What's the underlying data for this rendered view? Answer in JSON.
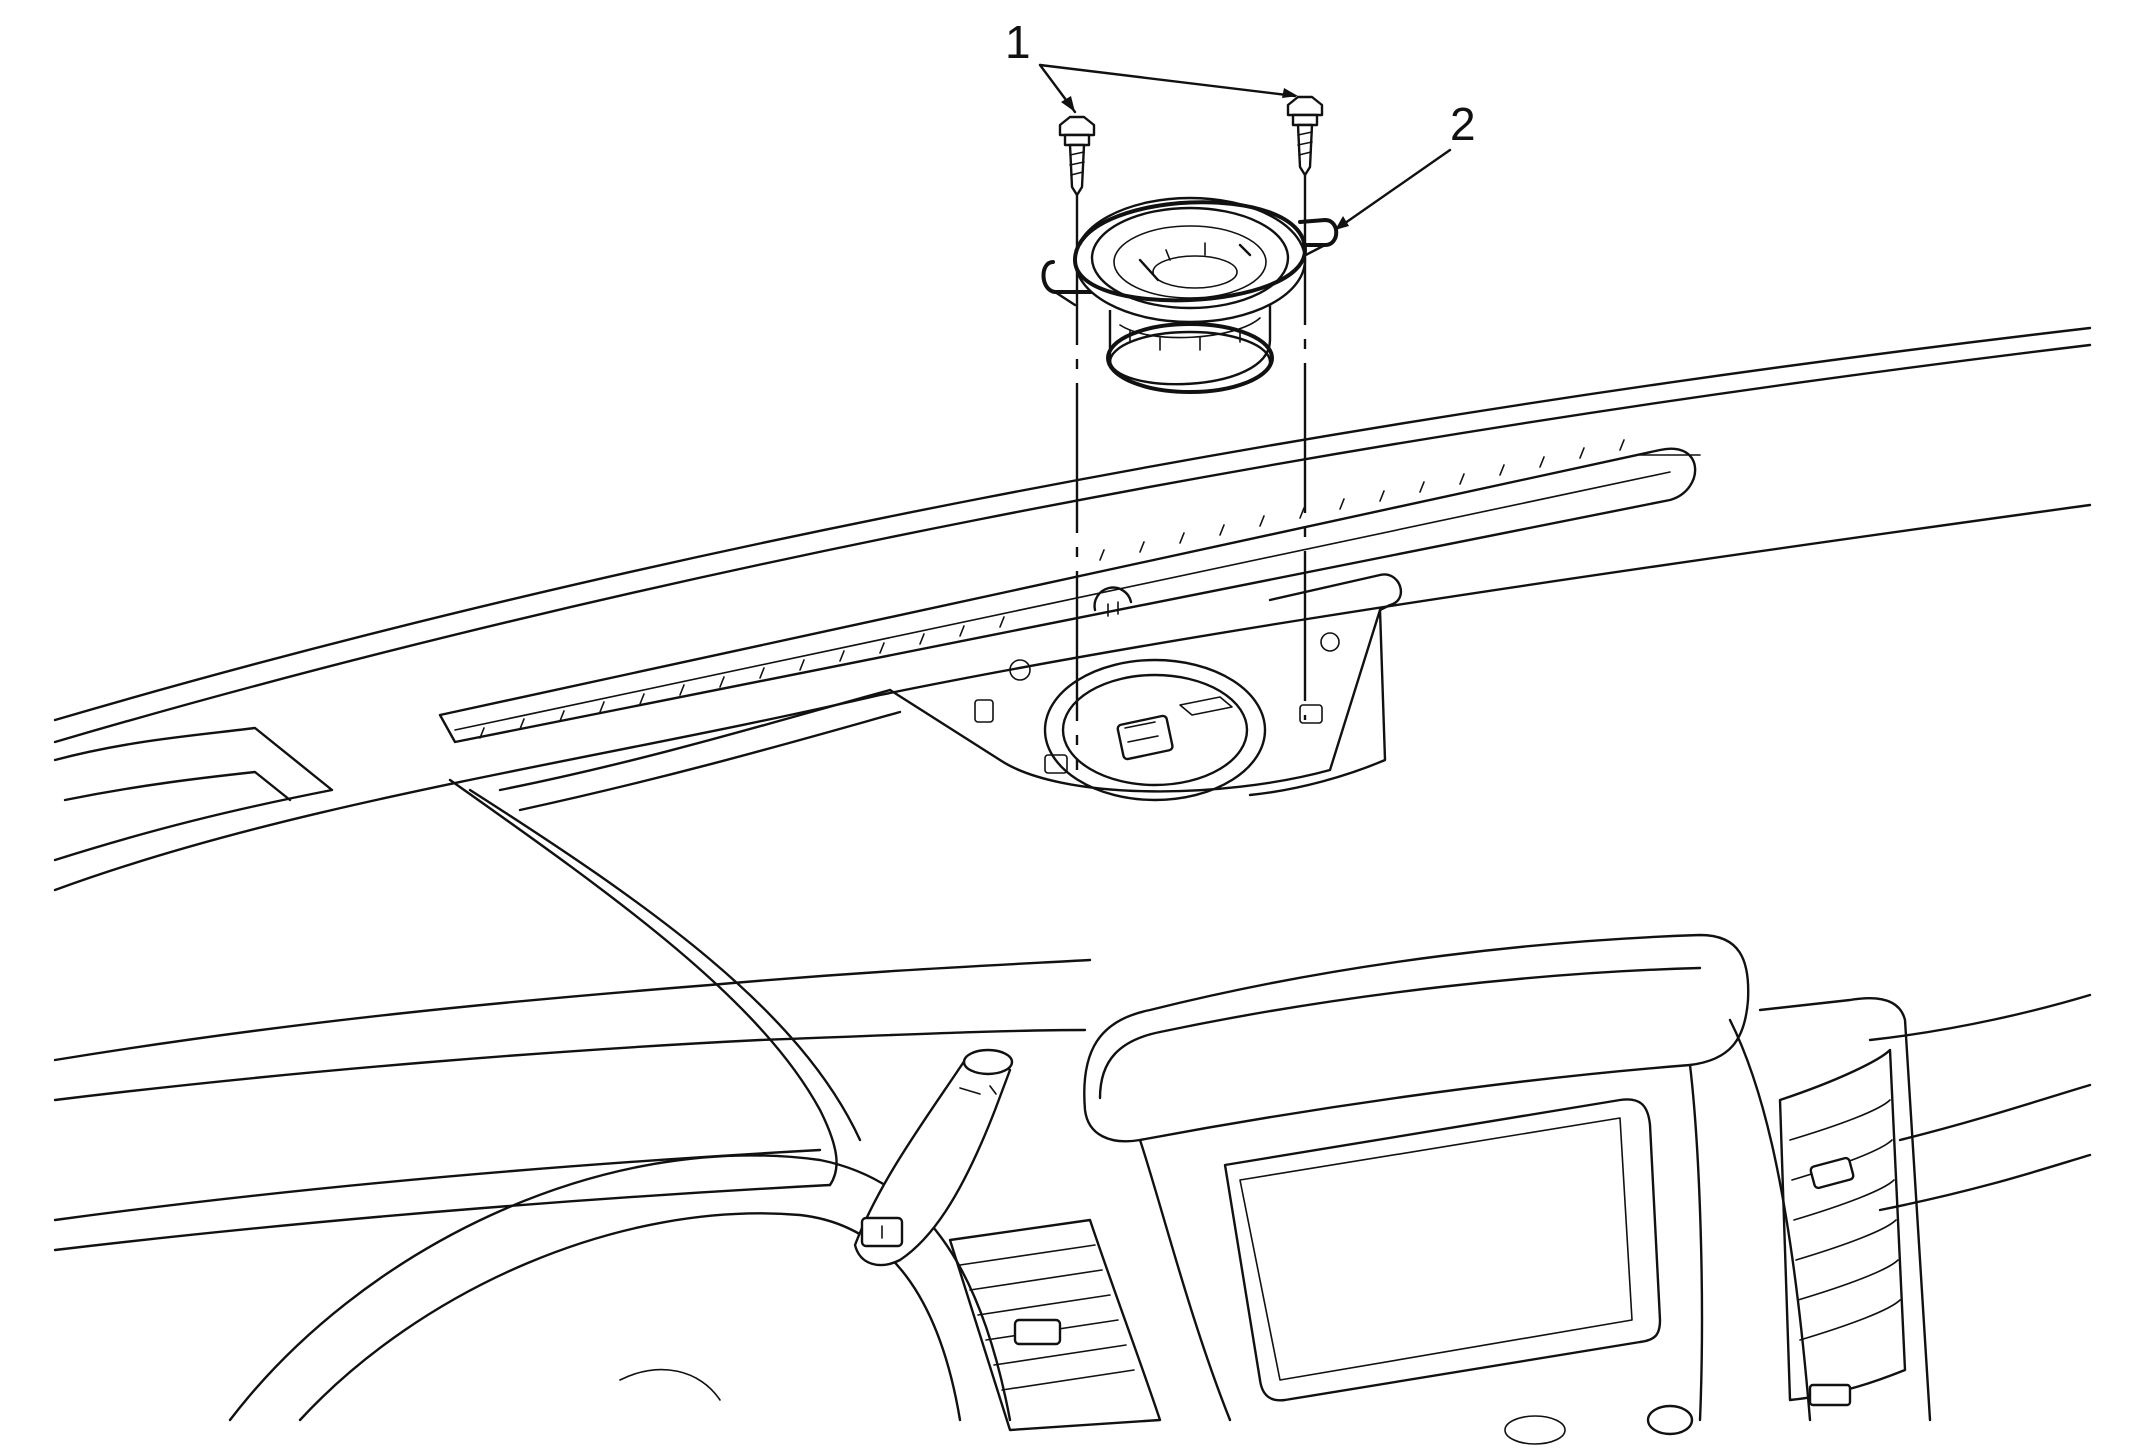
{
  "callouts": [
    {
      "id": 1,
      "label": "1"
    },
    {
      "id": 2,
      "label": "2"
    }
  ],
  "colors": {
    "line": "#111111",
    "background": "#ffffff"
  }
}
